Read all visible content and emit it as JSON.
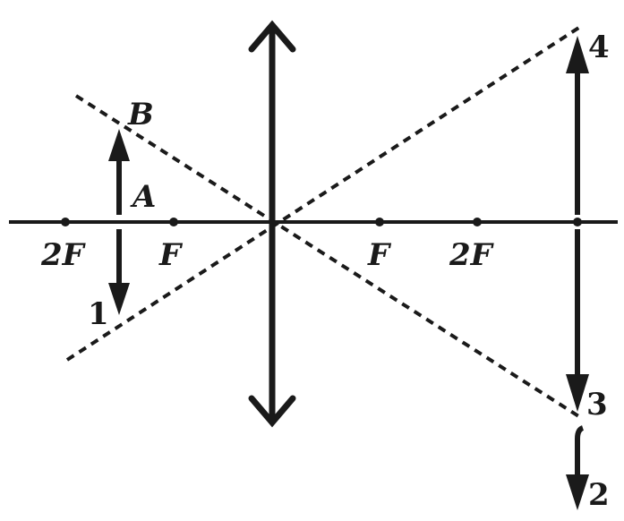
{
  "labels": {
    "point_b": "B",
    "point_a": "A",
    "left_2f": "2F",
    "left_f": "F",
    "right_f": "F",
    "right_2f": "2F",
    "num_1": "1",
    "num_2": "2",
    "num_3": "3",
    "num_4": "4"
  },
  "colors": {
    "ink": "#1a1a1a",
    "background": "#ffffff"
  }
}
